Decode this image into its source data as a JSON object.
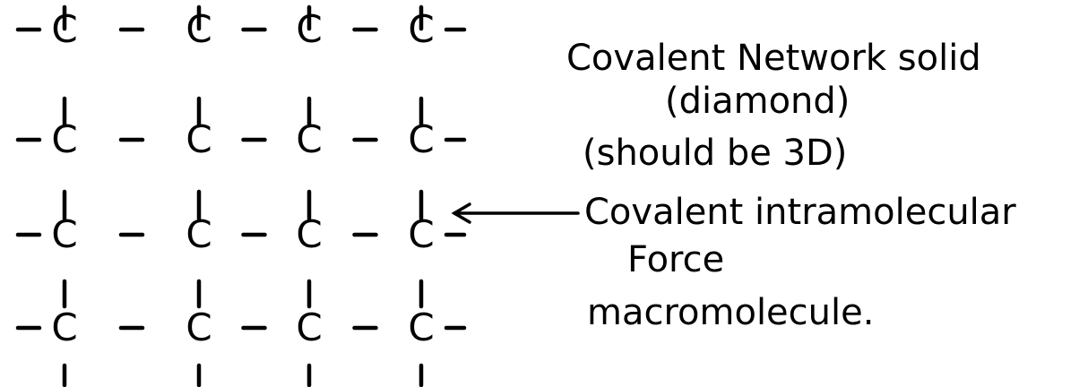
{
  "atom_label": "C",
  "annotations": {
    "title": "Covalent Network solid",
    "subtitle": "(diamond)",
    "note": "(should be 3D)",
    "force_label_line1": "Covalent intramolecular",
    "force_label_line2": "Force",
    "macro": "macromolecule."
  },
  "colors": {
    "ink": "#000000",
    "background": "#ffffff"
  }
}
